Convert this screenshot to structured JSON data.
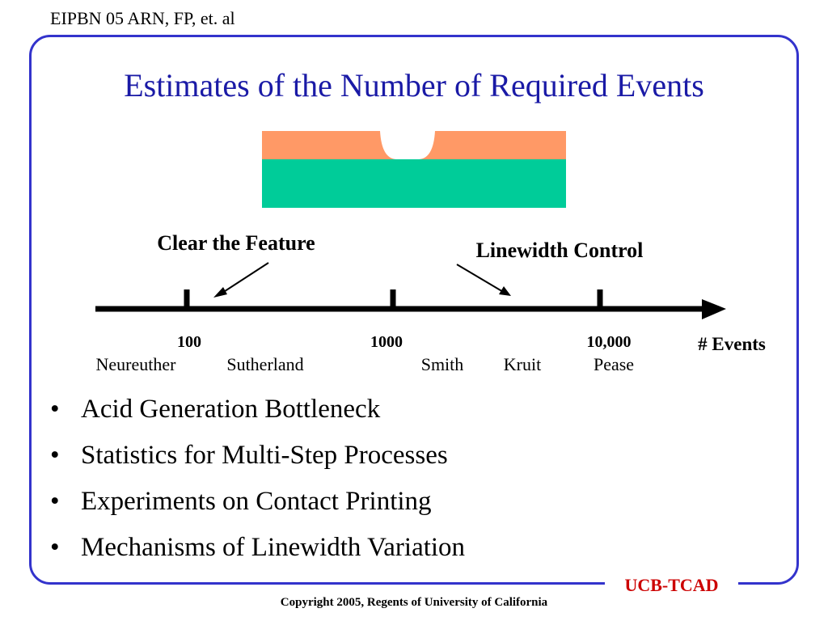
{
  "header": {
    "text": "EIPBN 05 ARN, FP, et. al"
  },
  "title": "Estimates of the Number of Required Events",
  "colors": {
    "title": "#1a1aa6",
    "frame": "#3333cc",
    "layer_top": "#ff9966",
    "layer_bottom": "#00cc99",
    "brand": "#cc0000"
  },
  "diagram": {
    "label_clear": "Clear the Feature",
    "label_linewidth": "Linewidth Control",
    "axis_label": "# Events",
    "ticks": [
      "100",
      "1000",
      "10,000"
    ],
    "names": [
      "Neureuther",
      "Sutherland",
      "Smith",
      "Kruit",
      "Pease"
    ]
  },
  "bullets": [
    "Acid Generation Bottleneck",
    "Statistics for Multi-Step Processes",
    "Experiments on Contact Printing",
    "Mechanisms of Linewidth Variation"
  ],
  "bullet_symbol": "•",
  "footer": {
    "brand": "UCB-TCAD",
    "copyright": "Copyright 2005, Regents of University of California"
  }
}
